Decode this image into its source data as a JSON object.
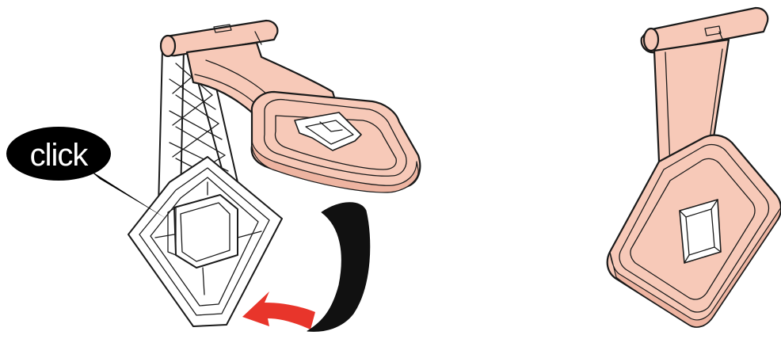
{
  "callout": {
    "label": "click"
  },
  "colors": {
    "part_fill": "#f7c9b8",
    "part_shade": "#eeb4a1",
    "outline": "#1a1a1a",
    "frame_fill": "#ffffff",
    "callout_bg": "#000000",
    "arrow_red": "#e8352b",
    "arrow_black": "#111111"
  },
  "icons": [
    "click-callout",
    "rotation-arrow"
  ]
}
